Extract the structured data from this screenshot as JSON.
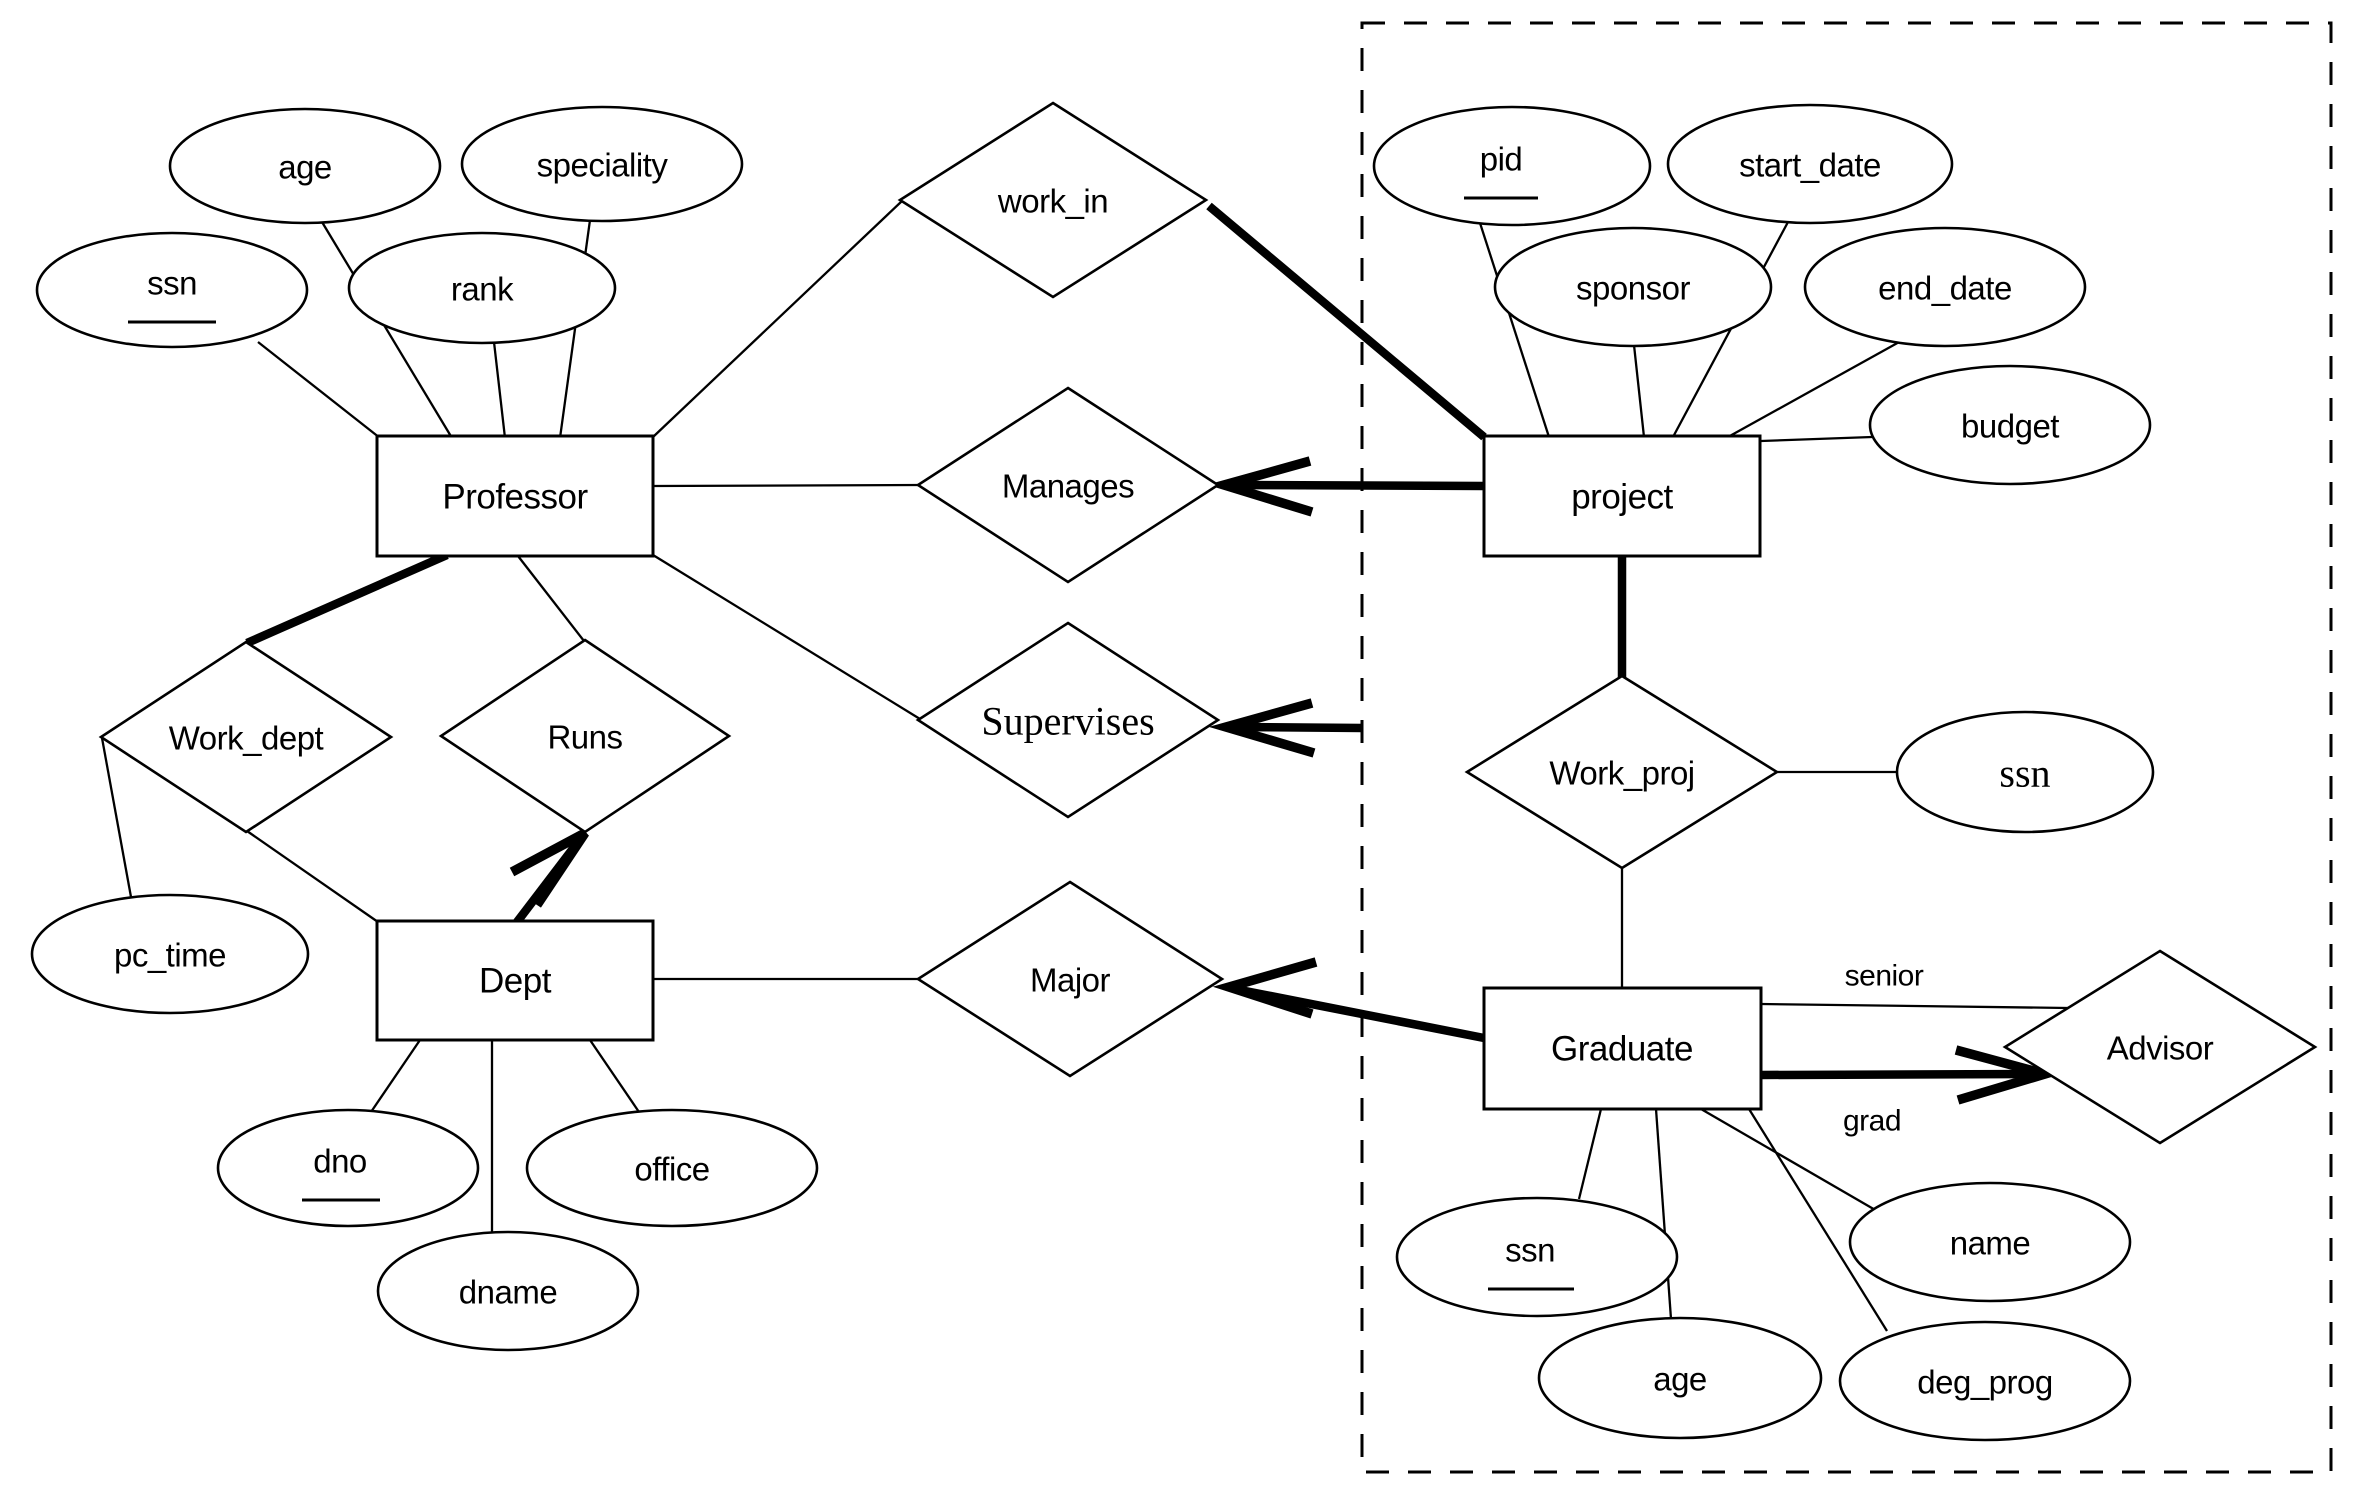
{
  "colors": {
    "ink": "#000000",
    "background": "#ffffff"
  },
  "entities": {
    "professor": {
      "label": "Professor"
    },
    "project": {
      "label": "project"
    },
    "dept": {
      "label": "Dept"
    },
    "graduate": {
      "label": "Graduate"
    }
  },
  "relationships": {
    "work_in": {
      "label": "work_in"
    },
    "manages": {
      "label": "Manages"
    },
    "supervises": {
      "label": "Supervises"
    },
    "work_dept": {
      "label": "Work_dept"
    },
    "runs": {
      "label": "Runs"
    },
    "major": {
      "label": "Major"
    },
    "work_proj": {
      "label": "Work_proj"
    },
    "advisor": {
      "label": "Advisor"
    }
  },
  "attributes": {
    "prof_ssn": {
      "label": "ssn",
      "key": true
    },
    "prof_age": {
      "label": "age"
    },
    "prof_rank": {
      "label": "rank"
    },
    "prof_speciality": {
      "label": "speciality"
    },
    "pid": {
      "label": "pid",
      "key": true
    },
    "start_date": {
      "label": "start_date"
    },
    "sponsor": {
      "label": "sponsor"
    },
    "end_date": {
      "label": "end_date"
    },
    "budget": {
      "label": "budget"
    },
    "pc_time": {
      "label": "pc_time"
    },
    "dno": {
      "label": "dno",
      "key": true
    },
    "dname": {
      "label": "dname"
    },
    "office": {
      "label": "office"
    },
    "work_proj_ssn": {
      "label": "ssn"
    },
    "grad_ssn": {
      "label": "ssn",
      "key": true
    },
    "grad_age": {
      "label": "age"
    },
    "grad_name": {
      "label": "name"
    },
    "deg_prog": {
      "label": "deg_prog"
    }
  },
  "edge_labels": {
    "senior": "senior",
    "grad": "grad"
  },
  "notes": {
    "dashed_region_contains": "project, Work_proj, Graduate, Advisor"
  }
}
